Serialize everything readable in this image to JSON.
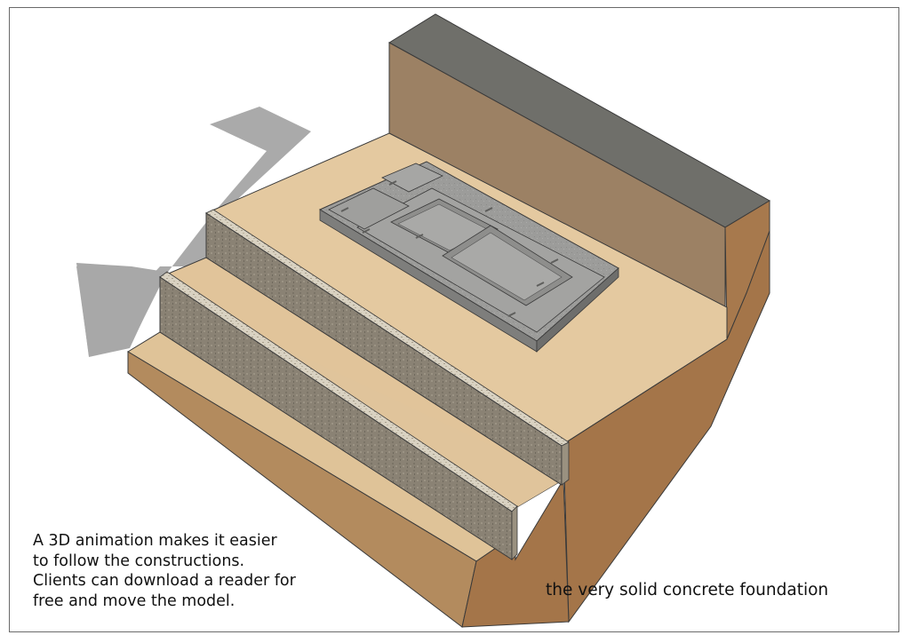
{
  "captions": {
    "left_lines": [
      "A 3D animation makes it easier",
      "to follow the constructions.",
      "Clients can download a reader for",
      "free and move the model."
    ],
    "right": "the very solid concrete foundation"
  },
  "colors": {
    "frame": "#6a6a6a",
    "shadow": "#a9a9a9",
    "sand_top": "#e3c9a2",
    "sand_side_front": "#b28a5e",
    "sand_side_right": "#a7794d",
    "back_wall_face": "#9b8062",
    "wall_top_cap": "#6f6f6a",
    "concrete": "#9a9a98",
    "concrete_light": "#b4b4b2",
    "stone_face": "#8b8274"
  }
}
